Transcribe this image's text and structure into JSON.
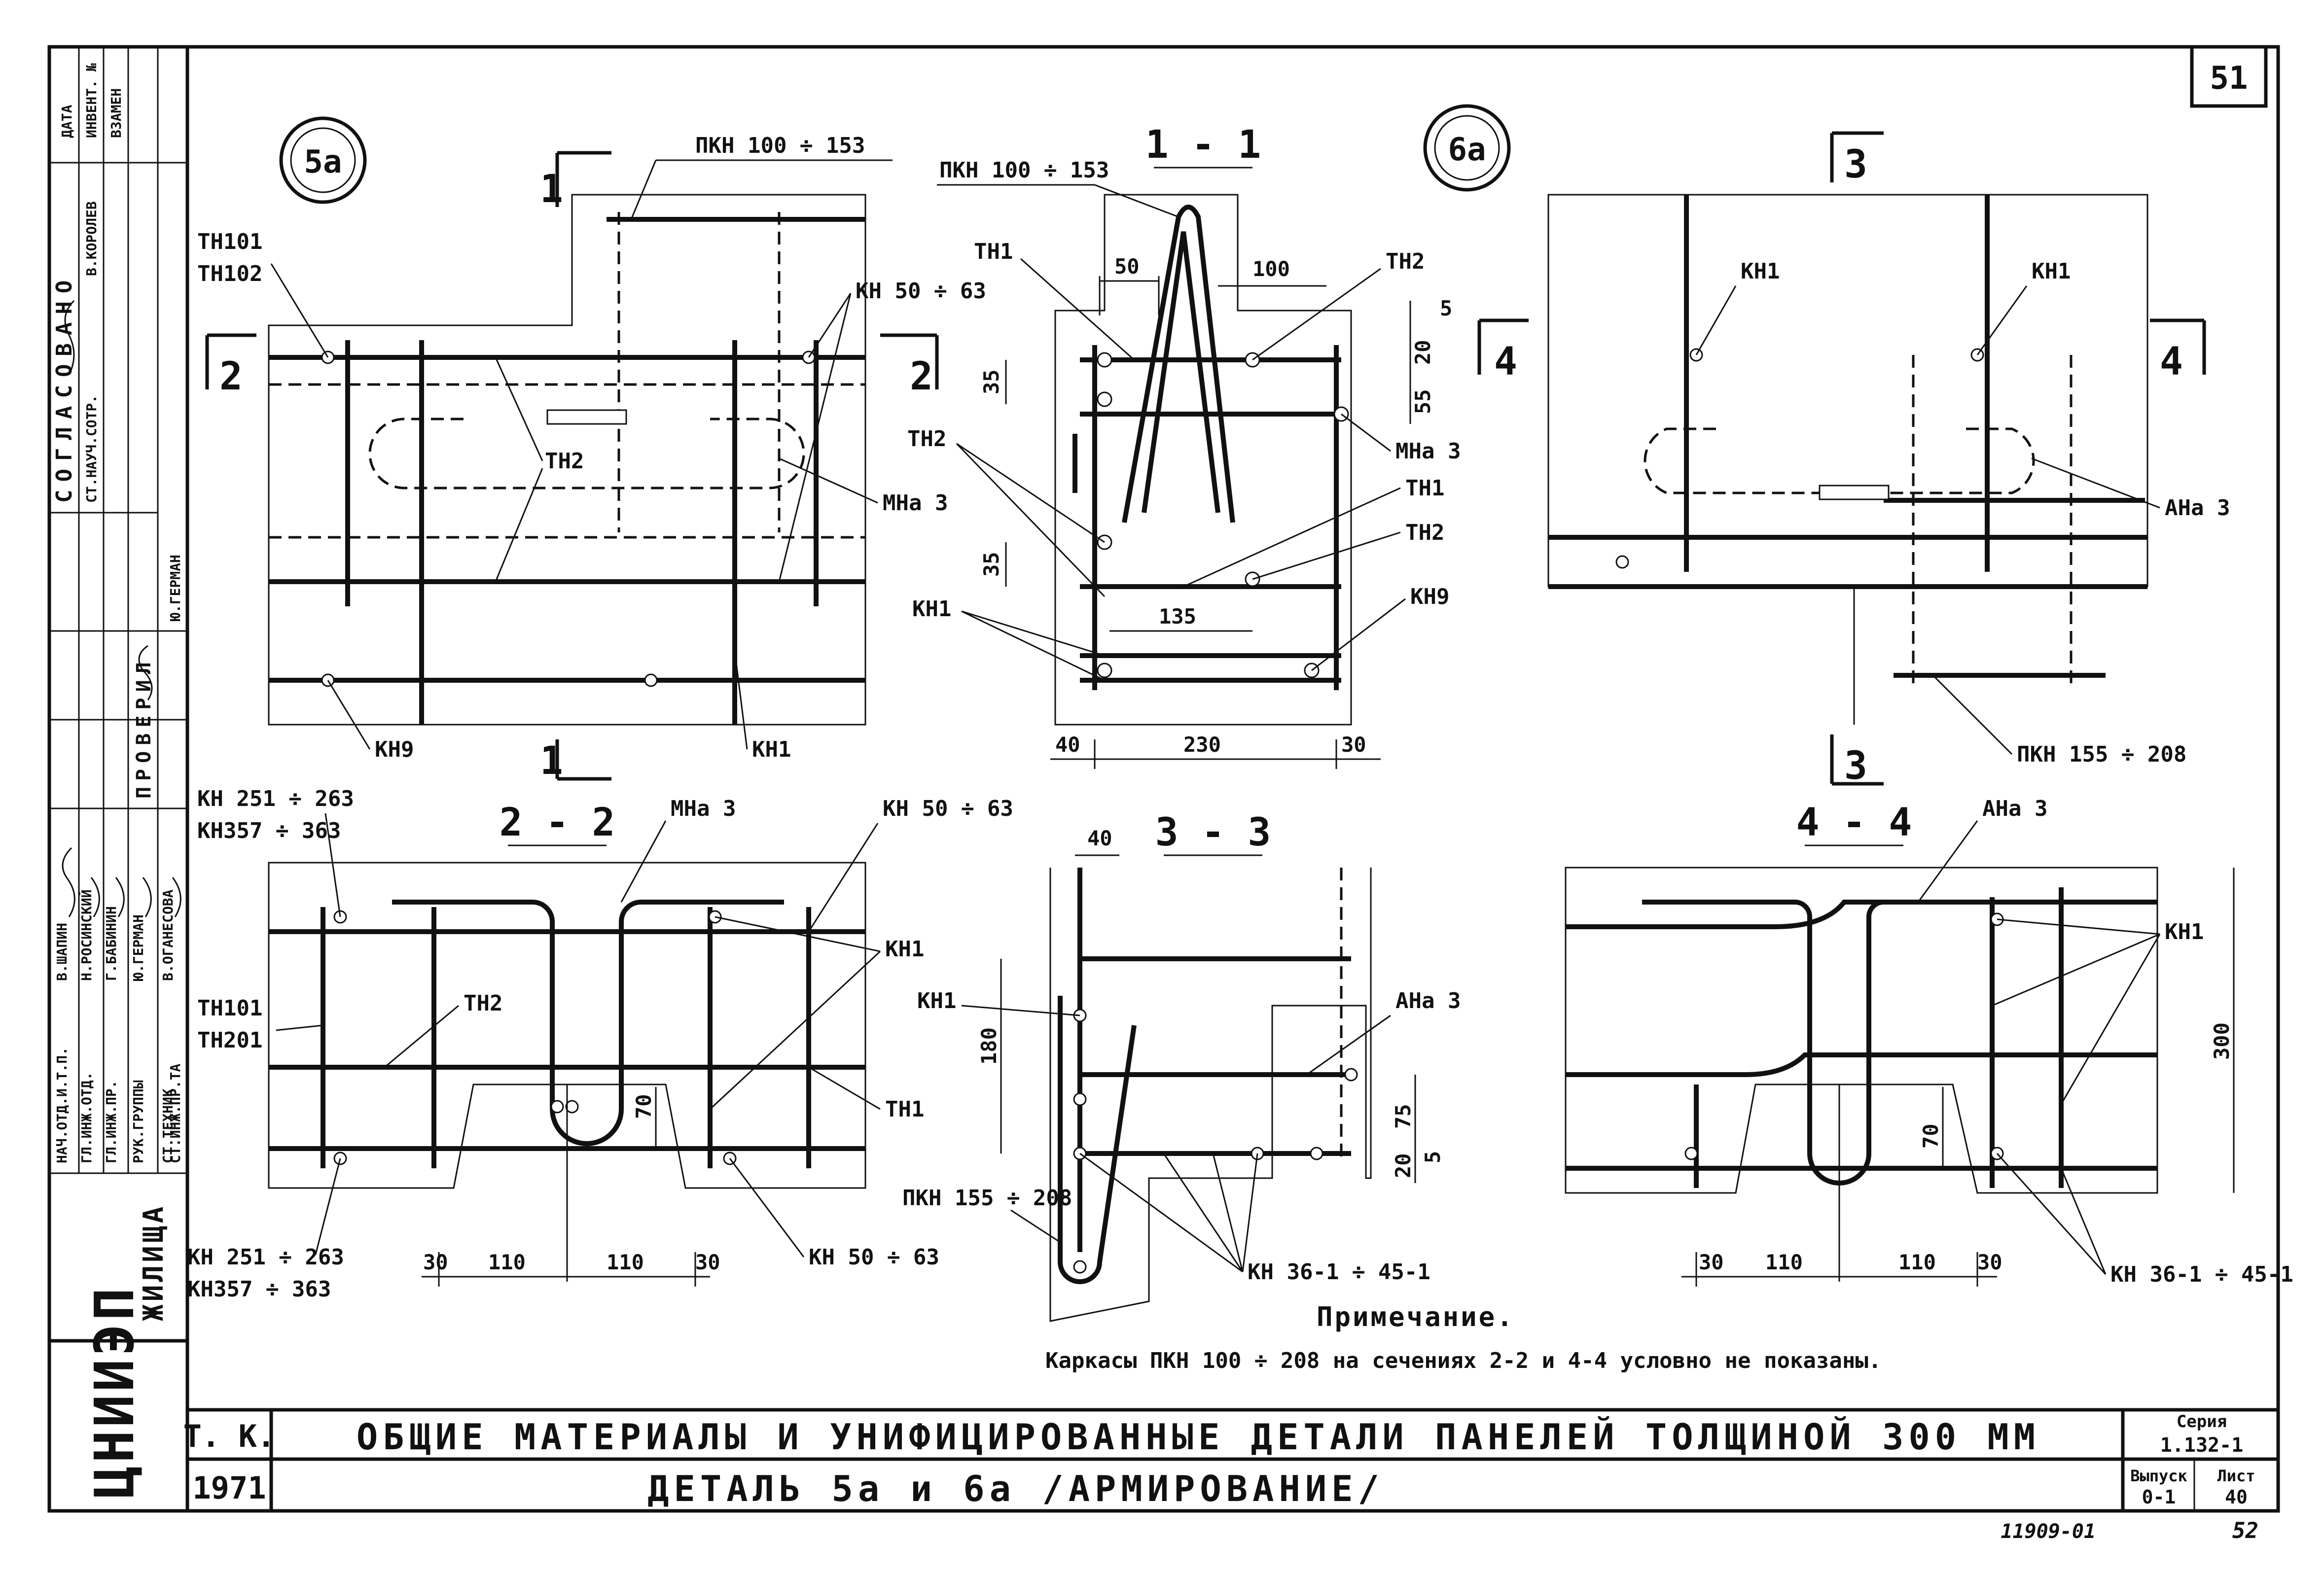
{
  "sheet_number": "51",
  "bottom_right_numbers": {
    "code": "11909-01",
    "page": "52"
  },
  "title_block": {
    "org_logo": "ЦНИИЭП",
    "org_suffix": "ЖИЛИЩА",
    "label_tk": "Т. К.",
    "year": "1971",
    "title": "ОБЩИЕ МАТЕРИАЛЫ И УНИФИЦИРОВАННЫЕ ДЕТАЛИ ПАНЕЛЕЙ ТОЛЩИНОЙ 300 ММ",
    "subtitle": "ДЕТАЛЬ 5а и 6а /АРМИРОВАНИЕ/",
    "series_label": "Серия",
    "series_value": "1.132-1",
    "issue_label": "Выпуск",
    "issue_value": "0-1",
    "sheet_label": "Лист",
    "sheet_value": "40"
  },
  "side_stamp": {
    "agreed_header": "СОГЛАСОВАНО",
    "checked_header": "ПРОВЕРИЛ",
    "columns": [
      "ДАТА",
      "ИНВЕНТ. №",
      "ВЗАМЕН"
    ],
    "agreed": [
      {
        "role": "СТ.НАУЧ.СОТР.",
        "name": "В.КОРОЛЕВ"
      },
      {
        "role": "",
        "name": "Ю.ГЕРМАН"
      }
    ],
    "staff": [
      {
        "role": "НАЧ.ОТД.И.Т.П.",
        "name": "В.ШАПИН"
      },
      {
        "role": "ГЛ.ИНЖ.ОТД.",
        "name": "Н.РОСИНСКИЙ"
      },
      {
        "role": "ГЛ.ИНЖ.ПР.",
        "name": "Г.БАБИНИН"
      },
      {
        "role": "РУК.ГРУППЫ",
        "name": "Ю.ГЕРМАН"
      },
      {
        "role": "СТ.ТЕХНИК",
        "name": "В.ОГАНЕСОВА"
      }
    ],
    "checked_role": "СТ.ИНЖ.ПР.ТА"
  },
  "note": {
    "heading": "Примечание.",
    "text": "Каркасы ПКН 100 ÷ 208 на сечениях 2-2 и 4-4 условно не показаны."
  },
  "detail_marks": {
    "d5a": "5а",
    "d6a": "6а"
  },
  "sections": {
    "s11": "1 - 1",
    "s22": "2 - 2",
    "s33": "3 - 3",
    "s44": "4 - 4"
  },
  "cut_marks": {
    "c1": "1",
    "c2": "2",
    "c3": "3",
    "c4": "4"
  },
  "labels": {
    "pkn100_153": "ПКН 100 ÷ 153",
    "pkn155_208": "ПКН 155 ÷ 208",
    "th101": "ТН101",
    "th102": "ТН102",
    "th201": "ТН201",
    "th1": "ТН1",
    "th2": "ТН2",
    "kn50_63": "КН 50 ÷ 63",
    "mna3": "МНа 3",
    "ana3": "АНа 3",
    "kn9": "КН9",
    "kn1": "КН1",
    "kn251_263": "КН 251 ÷ 263",
    "kn357_363": "КН357 ÷ 363",
    "kn36_45": "КН 36-1 ÷ 45-1"
  },
  "dims": {
    "d50": "50",
    "d100": "100",
    "d5": "5",
    "d20": "20",
    "d55": "55",
    "d35": "35",
    "d135": "135",
    "d40": "40",
    "d230": "230",
    "d30": "30",
    "d110": "110",
    "d70": "70",
    "d180": "180",
    "d75": "75",
    "d300": "300"
  }
}
